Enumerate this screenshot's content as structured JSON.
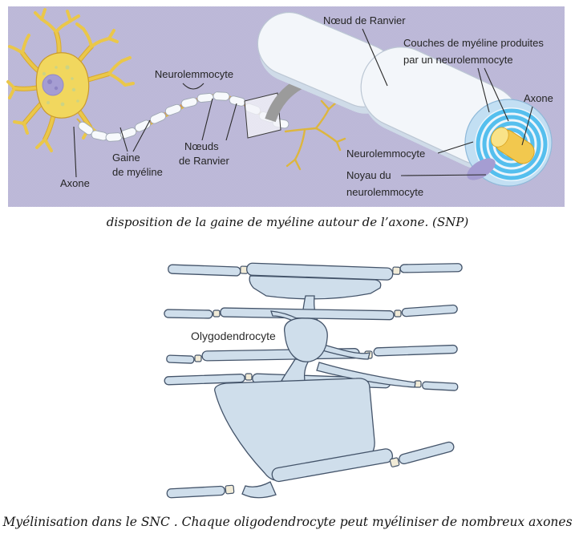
{
  "theme": {
    "panel-lavender": "#bdb9d8",
    "neuron-yellow": "#eac74a",
    "myelin-blue": "#55bfee",
    "node-orange": "#e2953f",
    "axon-core-yellow": "#f2c84e",
    "nucleus-purple": "#a59dd2",
    "snc-axon-blue": "#cfdeeb",
    "snc-outline": "#44546a",
    "caption-color": "#151515"
  },
  "figure1": {
    "caption": "disposition de la gaine de myéline autour de l’axone. (SNP)",
    "labels": {
      "neurolemmocyte_top": "Neurolemmocyte",
      "gaine1": "Gaine",
      "gaine2": "de myéline",
      "noeuds1": "Nœuds",
      "noeuds2": "de Ranvier",
      "axone_left": "Axone",
      "noeud_ranvier": "Nœud de Ranvier",
      "couches1": "Couches de myéline produites",
      "couches2": "par un neurolemmocyte",
      "axone_right": "Axone",
      "neurolemmocyte_right": "Neurolemmocyte",
      "noyau1": "Noyau du",
      "noyau2": "neurolemmocyte"
    }
  },
  "figure2": {
    "caption": "Myélinisation dans le SNC . Chaque oligodendrocyte peut myéliniser de nombreux axones",
    "labels": {
      "oligodendrocyte": "Olygodendrocyte"
    }
  }
}
